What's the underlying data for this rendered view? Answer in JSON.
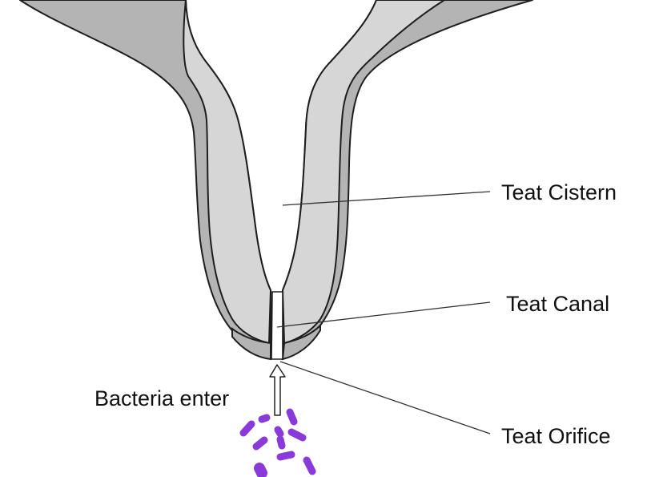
{
  "labels": {
    "teat_cistern": "Teat Cistern",
    "teat_canal": "Teat Canal",
    "teat_orifice": "Teat Orifice",
    "bacteria_enter": "Bacteria enter"
  },
  "colors": {
    "outer_tissue": "#b4b4b4",
    "inner_tissue": "#d6d6d6",
    "outline": "#1e1e1e",
    "bacteria": "#8a3ad8",
    "background": "#ffffff"
  },
  "bacteria_count": 10
}
